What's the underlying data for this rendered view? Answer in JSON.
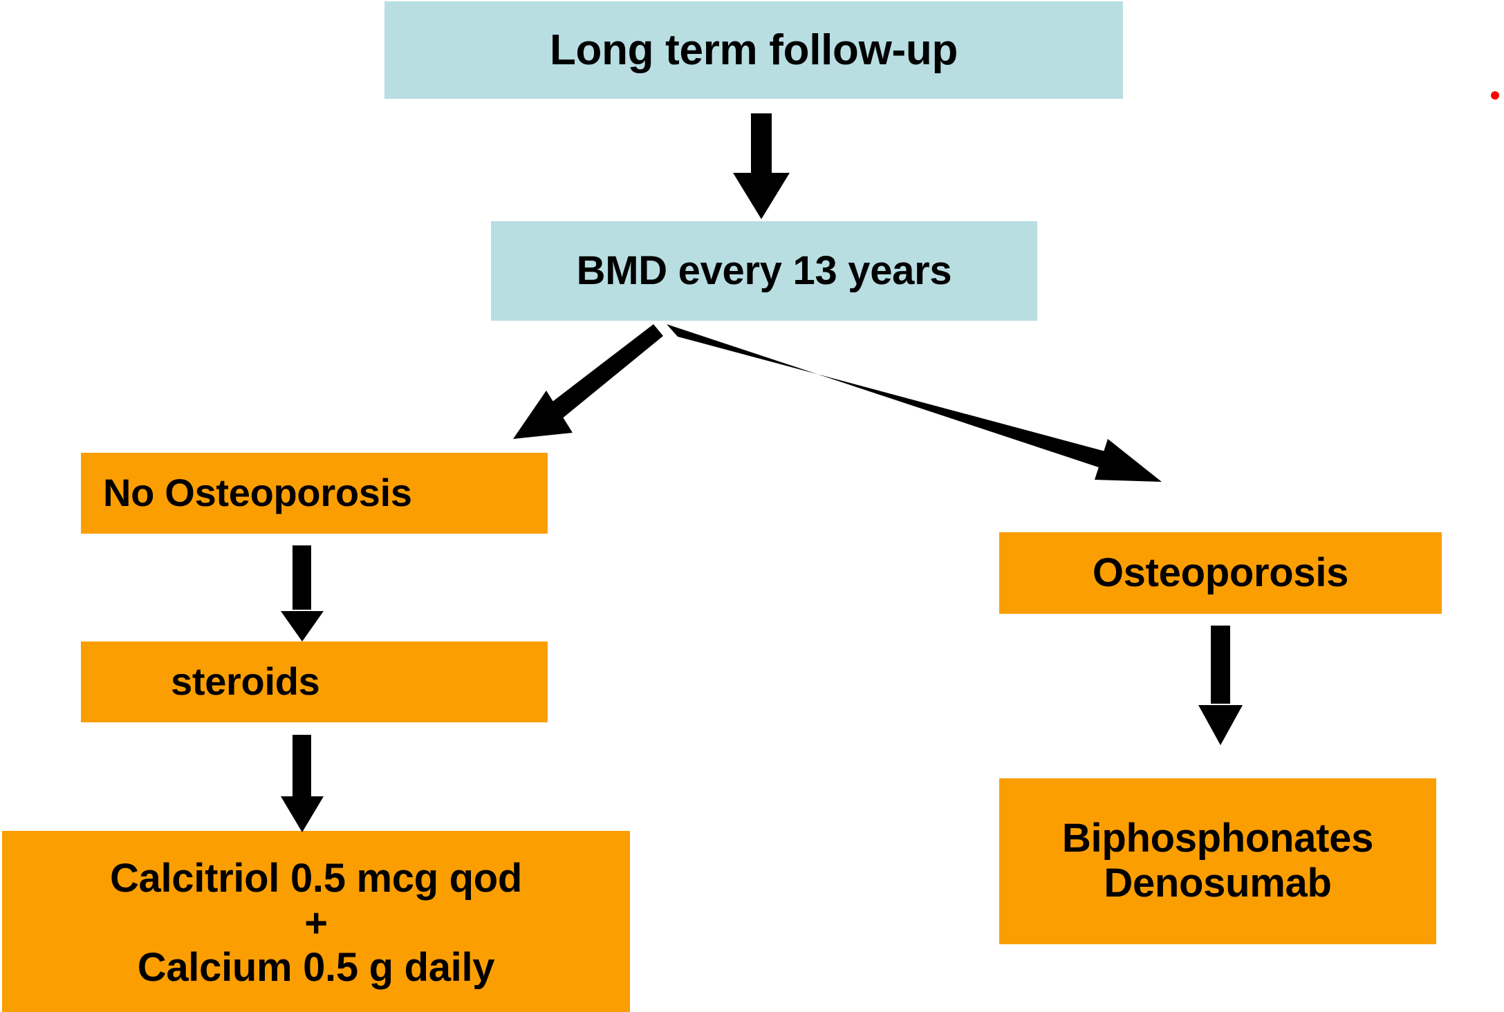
{
  "diagram": {
    "title": "Long term follow-up osteoporosis management flowchart",
    "colors": {
      "teal_node": "#b8dee2",
      "orange_node": "#fb9e02",
      "arrow": "#000000",
      "text": "#000000",
      "background": "#ffffff",
      "marker_dot": "#fe0000"
    },
    "nodes": {
      "long_term_follow_up": {
        "label": "Long term follow-up"
      },
      "bmd_frequency": {
        "label": "BMD every 13 years"
      },
      "no_osteoporosis": {
        "label": "No Osteoporosis"
      },
      "steroids": {
        "label": "steroids"
      },
      "calcitriol_calcium": {
        "line1": "Calcitriol 0.5 mcg qod",
        "line2": "+",
        "line3": "Calcium 0.5 g daily"
      },
      "osteoporosis": {
        "label": "Osteoporosis"
      },
      "biphosphonates_denosumab": {
        "line1": "Biphosphonates",
        "line2": "Denosumab"
      }
    },
    "edges": [
      {
        "name": "follow-up-to-bmd",
        "from": "long_term_follow_up",
        "to": "bmd_frequency",
        "style": "down-arrow"
      },
      {
        "name": "bmd-to-no-osteoporosis",
        "from": "bmd_frequency",
        "to": "no_osteoporosis",
        "style": "diagonal-left-arrow"
      },
      {
        "name": "bmd-to-osteoporosis",
        "from": "bmd_frequency",
        "to": "osteoporosis",
        "style": "diagonal-right-arrow"
      },
      {
        "name": "no-osteoporosis-to-steroids",
        "from": "no_osteoporosis",
        "to": "steroids",
        "style": "down-arrow"
      },
      {
        "name": "steroids-to-calcitriol",
        "from": "steroids",
        "to": "calcitriol_calcium",
        "style": "down-arrow"
      },
      {
        "name": "osteoporosis-to-biphosphonates",
        "from": "osteoporosis",
        "to": "biphosphonates_denosumab",
        "style": "down-arrow"
      }
    ]
  }
}
